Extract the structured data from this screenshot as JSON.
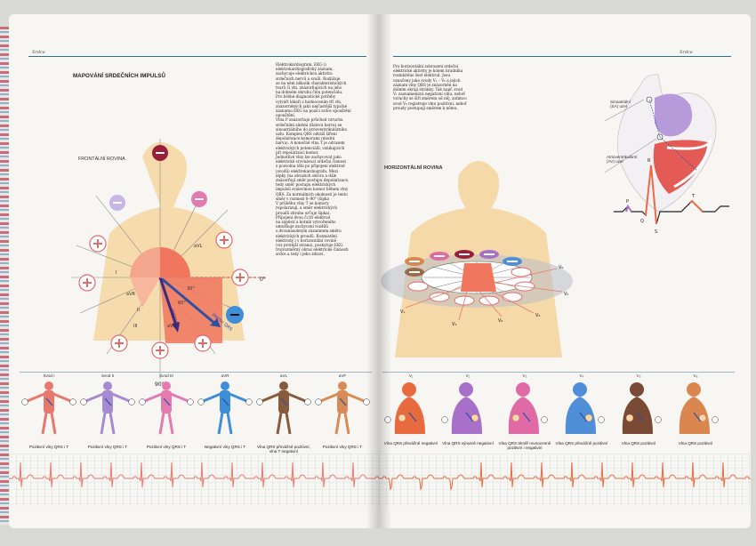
{
  "left": {
    "running_head": "Srdce",
    "title": "MAPOVÁNÍ SRDEČNÍCH IMPULSŮ",
    "frontal_label": "FRONTÁLNÍ ROVINA",
    "angle_0": "0°",
    "angle_90": "90°",
    "angle_30": "30°",
    "angle_60": "60°",
    "lead_I": "I",
    "lead_II": "II",
    "lead_III": "III",
    "lead_aVL": "aVL",
    "lead_aVR": "aVR",
    "lead_aVF": "aVF",
    "vector_T": "Vektor T",
    "vector_QRS": "Vektor QRS",
    "body_text": "Elektrokardiogram, EKG (i\nelektrokardiografický záznam,\nzachycuje elektrickou aktivitu\nsrdečních nervů a svalů. Rozlišuje\nse na něm několik charakteristických\ntvarů či vln, znázorňujících na jeho\nna dobném okruhu činu potenciálu.\nPro běžné diagnostické potřeby\nvytváří lékaři s hodnocením tří vln,\nznázorněných jako nejčastější typické\nzáznamu EKG na pozici srdce spouštění\nopouštění.\nVlna P znázorňuje průchod vzruchu\nsrdečními síněmi (fialová barva) ze\nsinoatriálního do atrioventrikulárního\nuzlu. Komplex QRS odráží šíření\ndepolarizace komorami (modrá\nbarva). A konečně vlna T je odrazem\nelektrických potenciálů, vznikajících\npři repolarizaci komor.\nJednotlivé vlny lze zachycovat jako\nelektrické srovnávací srdeční činnost\nz pozvolna těla po připojení elektrod\n(svodů) elektrokardiografu. Mezi\nlépky (na obvazích okvira a dále\nznázorňují směr postupu depolarizace,\ntedy směr postupu elektrických\nimpulsů svalovinou komor během vlny\nQRS. Za normálních okolností je tento\nsměr v rozmezí 0–90° (šipka\nV průběhu vlny T se komory\nrepolarizují, a směr elektrických\nproudů zhruba určuje šipka).\nPřipojení dvou či tří elektrod\nna zápěstí a kotník vytvořeného\numožňuje zachycení rozdílů\ns dvounásobným zázanmem směru\nelektrických proudů. Rozmístění\nelektrody i v horizontální rovině\n(viz protější strana), poskytuje EKG\ntrojrozměrný obraz elektrické činnosti\nsrdce a tedy i jeho zdraví.",
    "figures": [
      {
        "lead": "Svod I",
        "caption": "Pozitivní vlny QRS i T",
        "color": "#e8786c"
      },
      {
        "lead": "Svod II",
        "caption": "Pozitivní vlny QRS i T",
        "color": "#a78bd0"
      },
      {
        "lead": "Svod III",
        "caption": "Pozitivní vlny QRS i T",
        "color": "#e27bb0"
      },
      {
        "lead": "aVR",
        "caption": "Negativní vlny QRS i T",
        "color": "#3f8fd8"
      },
      {
        "lead": "aVL",
        "caption": "Vlna QRS převážně pozitivní, vlna T negativní",
        "color": "#8a5a3c"
      },
      {
        "lead": "aVF",
        "caption": "Pozitivní vlny QRS i T",
        "color": "#d98b55"
      }
    ]
  },
  "right": {
    "running_head": "Srdce",
    "horizontal_label": "HORIZONTÁLNÍ ROVINA",
    "sa_label": "Sinoatriální (SA) uzel",
    "av_label": "Atrioventrikulární (AV) uzel",
    "ecg_P": "P",
    "ecg_Q": "Q",
    "ecg_R": "R",
    "ecg_S": "S",
    "ecg_T": "T",
    "lead_V1": "V₁",
    "lead_V2": "V₂",
    "lead_V3": "V₃",
    "lead_V4": "V₄",
    "lead_V5": "V₅",
    "lead_V6": "V₆",
    "body_text": "Pro horizontální zobrazení srdeční\nelektrické aktivity je kolem hrudníku\nrozmístěno šest elektrod. Jsou\noznačeny jako svody V₁ – V₆ a jejich\nzáznam vlny QRS je znázorněn na\ndolním okraji stránky. Tak např. svod\nV₁ zaznamenává negativní vlnu, neboť\nvzruchy se šíří směrem od něj, zatímco\nsvod V₆ registruje vlnu pozitivní, neboť\nproudy postupují směrem k němu.",
    "figures": [
      {
        "lead": "V₁",
        "caption": "Vlna QRS převážně negativní",
        "color": "#e86a3f"
      },
      {
        "lead": "V₂",
        "caption": "Vlna QRS výrazně negativní",
        "color": "#a870c8"
      },
      {
        "lead": "V₃",
        "caption": "Vlna QRS téměř rovnocenně pozitivní i negativní",
        "color": "#e06aa5"
      },
      {
        "lead": "V₄",
        "caption": "Vlna QRS převážně pozitivní",
        "color": "#4e8fd8"
      },
      {
        "lead": "V₅",
        "caption": "Vlna QRS pozitivní",
        "color": "#7a4a34"
      },
      {
        "lead": "V₆",
        "caption": "Vlna QRS pozitivní",
        "color": "#d9874f"
      }
    ]
  },
  "colors": {
    "rule": "#2f6f8e",
    "heart": "#f0765e",
    "skin": "#f6d9a8",
    "negative": "#9b1f3a",
    "positive": "#f2b8b8"
  }
}
